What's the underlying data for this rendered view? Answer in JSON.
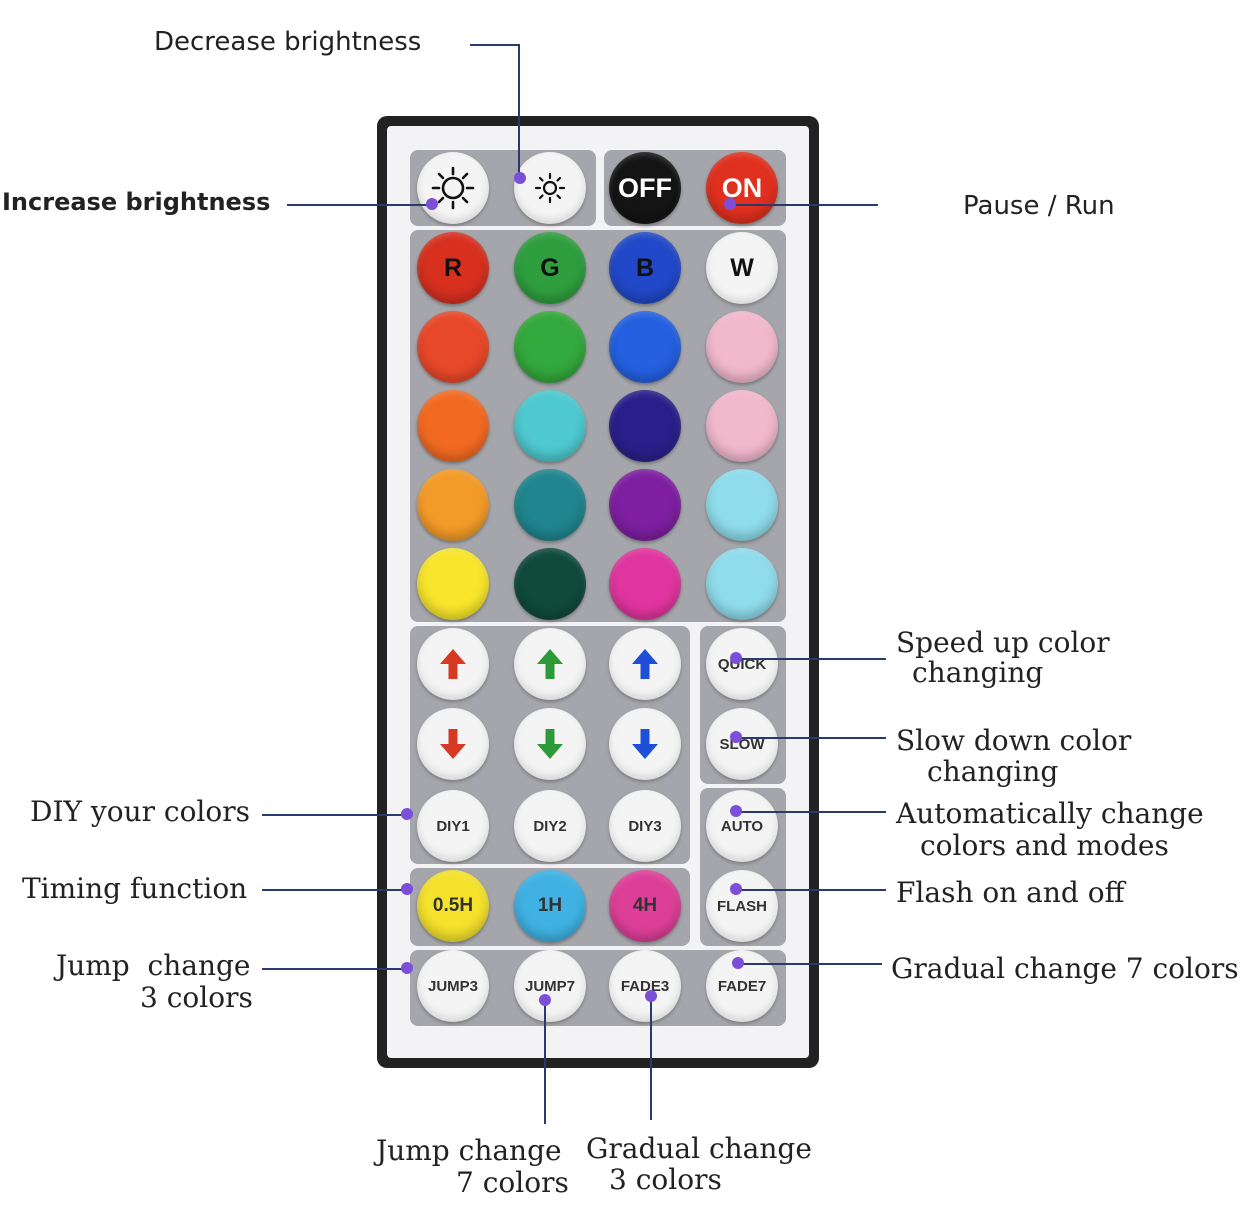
{
  "callouts": {
    "decrease_brightness": "Decrease brightness",
    "increase_brightness": "Increase brightness",
    "pause_run": "Pause / Run",
    "speed_up_1": "Speed up color",
    "speed_up_2": "changing",
    "slow_down_1": "Slow down color",
    "slow_down_2": "changing",
    "auto_change_1": "Automatically change",
    "auto_change_2": "colors and modes",
    "flash": "Flash on and off",
    "gradual_7": "Gradual change 7 colors",
    "diy": "DIY your colors",
    "timing": "Timing function",
    "jump3_1": "Jump  change",
    "jump3_2": "3 colors",
    "jump7_1": "Jump change",
    "jump7_2": "7 colors",
    "fade3_1": "Gradual change",
    "fade3_2": "3 colors"
  },
  "buttons": {
    "off": "OFF",
    "on": "ON",
    "red": "R",
    "green": "G",
    "blue": "B",
    "white": "W",
    "quick": "QUICK",
    "slow": "SLOW",
    "diy1": "DIY1",
    "diy2": "DIY2",
    "diy3": "DIY3",
    "auto": "AUTO",
    "t05": "0.5H",
    "t1": "1H",
    "t4": "4H",
    "flash": "FLASH",
    "jump3": "JUMP3",
    "jump7": "JUMP7",
    "fade3": "FADE3",
    "fade7": "FADE7"
  },
  "colors": {
    "row1": [
      "#d7301f",
      "#2e9e3f",
      "#2148c8",
      "#f2f2f2"
    ],
    "row2": [
      "#e8482a",
      "#33a83c",
      "#2460e0",
      "#f2b9cd"
    ],
    "row3": [
      "#f26a22",
      "#4ec9cf",
      "#2a1f8a",
      "#f2b9cd"
    ],
    "row4": [
      "#f39b28",
      "#20858e",
      "#7d1fa0",
      "#8fdcec"
    ],
    "row5": [
      "#f7e62b",
      "#0f4a3a",
      "#e0359e",
      "#8fdcec"
    ],
    "timer_05": "#f4e22c",
    "timer_1": "#3fb2e3",
    "timer_4": "#dd3f98",
    "off_btn": "#141414",
    "on_btn": "#e0301e",
    "arrow_red": "#d63a22",
    "arrow_green": "#2d9a3a",
    "arrow_blue": "#1f4fd6"
  },
  "icons": {
    "increase": "sun-large-icon",
    "decrease": "sun-small-icon",
    "up": "arrow-up-icon",
    "down": "arrow-down-icon"
  }
}
